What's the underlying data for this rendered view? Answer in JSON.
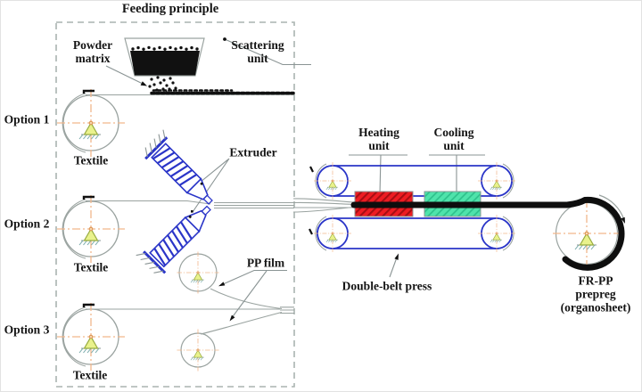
{
  "figure": {
    "title": "Feeding principle",
    "labels": {
      "powder_matrix": "Powder\nmatrix",
      "scattering_unit": "Scattering\nunit",
      "option1": "Option 1",
      "option2": "Option 2",
      "option3": "Option 3",
      "textile1": "Textile",
      "textile2": "Textile",
      "textile3": "Textile",
      "extruder": "Extruder",
      "pp_film": "PP film",
      "heating_unit": "Heating\nunit",
      "cooling_unit": "Cooling\nunit",
      "double_belt_press": "Double-belt press",
      "output": "FR-PP prepreg\n(organosheet)"
    },
    "colors": {
      "heating_red": "#ee1c23",
      "cooling_green": "#4fe3ab",
      "machine_blue": "#2a35c8",
      "outline_gray": "#9aa3a0",
      "crosshair_orange": "#f2b68b",
      "support_triangle": "#e9f28c",
      "band_black": "#0e0e0e",
      "dashed_border": "#aab4b0"
    }
  }
}
